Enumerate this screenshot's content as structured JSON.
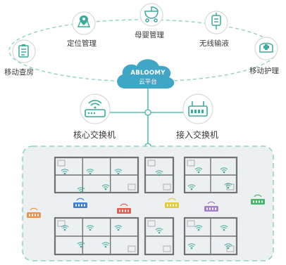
{
  "cloud": {
    "line1": "ABLOOMY",
    "line2": "云平台"
  },
  "apps": [
    {
      "label": "移动查房",
      "icon": "clipboard-icon"
    },
    {
      "label": "定位管理",
      "icon": "map-pin-icon"
    },
    {
      "label": "母婴管理",
      "icon": "baby-stroller-icon"
    },
    {
      "label": "无线输液",
      "icon": "iv-drip-icon"
    },
    {
      "label": "移动护理",
      "icon": "nurse-cap-icon"
    }
  ],
  "switches": [
    {
      "label": "核心交换机",
      "icon": "router-icon"
    },
    {
      "label": "接入交换机",
      "icon": "switch-icon"
    }
  ],
  "colors": {
    "teal": "#3aaa9c",
    "cloud": "#3fa6c6",
    "zone_fill": "#eef1f2",
    "switch_blue": "#3f7fd0",
    "switch_red": "#e35a4f",
    "switch_yellow": "#e3c93a",
    "switch_purple": "#a77fd0",
    "switch_green": "#47b56a",
    "ap_orange": "#e8934f"
  }
}
